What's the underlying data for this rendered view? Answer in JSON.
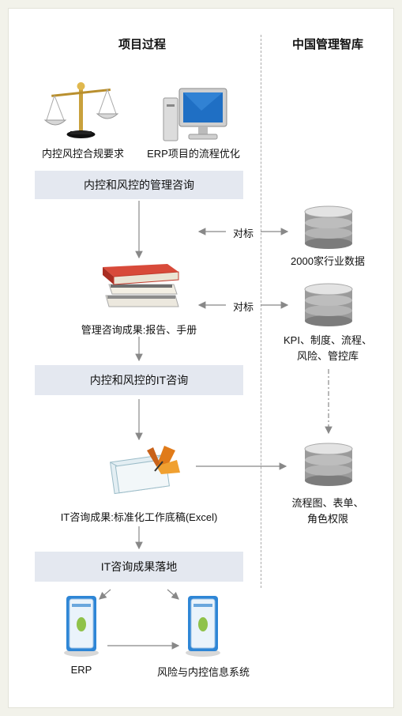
{
  "headings": {
    "left": "项目过程",
    "right": "中国管理智库"
  },
  "labels": {
    "compliance": "内控风控合规要求",
    "erp_opt": "ERP项目的流程优化",
    "mgmt_results": "管理咨询成果:报告、手册",
    "it_results": "IT咨询成果:标准化工作底稿(Excel)",
    "erp": "ERP",
    "risk_system": "风险与内控信息系统"
  },
  "bands": {
    "mgmt_consulting": "内控和风控的管理咨询",
    "it_consulting": "内控和风控的IT咨询",
    "it_landing": "IT咨询成果落地"
  },
  "benchmark": [
    "对标",
    "对标"
  ],
  "databases": [
    {
      "lines": [
        "2000家行业数据"
      ]
    },
    {
      "lines": [
        "KPI、制度、流程、",
        "风险、管控库"
      ]
    },
    {
      "lines": [
        "流程图、表单、",
        "角色权限"
      ]
    }
  ],
  "icons": [
    "scales-icon",
    "monitor-icon",
    "books-icon",
    "envelope-butterfly-icon",
    "server-icon",
    "database-icon"
  ],
  "colors": {
    "band": "#e4e8f0",
    "arrow": "#888888",
    "scale_gold": "#c9a13c",
    "book_red": "#c0392b",
    "monitor_blue": "#1f6fc4",
    "butterfly_orange": "#e07b1a"
  }
}
